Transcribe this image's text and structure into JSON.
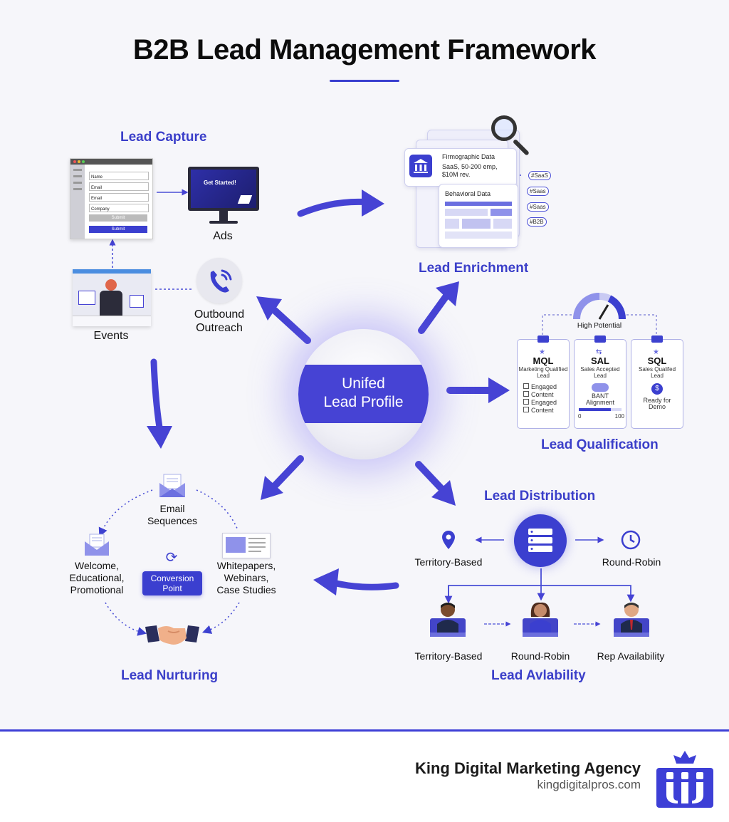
{
  "title": "B2B Lead Management Framework",
  "hub": {
    "line1": "Unifed",
    "line2": "Lead Profile"
  },
  "capture": {
    "heading": "Lead Capture",
    "form_fields": [
      "Name",
      "Email",
      "Email",
      "Company"
    ],
    "form_buttons": [
      "Submit",
      "Submit"
    ],
    "ad_screen_text": "Get Started!",
    "ads_label": "Ads",
    "events_label": "Events",
    "outbound_line1": "Outbound",
    "outbound_line2": "Outreach"
  },
  "enrichment": {
    "heading": "Lead Enrichment",
    "firmographic_title": "Firmographic Data",
    "firmographic_line1": "SaaS, 50-200 emp,",
    "firmographic_line2": "$10M rev.",
    "behavioral_title": "Behavioral Data",
    "pills": [
      "#SaaS",
      "#Saas",
      "#Saas",
      "#B2B"
    ]
  },
  "qualification": {
    "heading": "Lead Qualification",
    "gauge_label": "High Potential",
    "cards": [
      {
        "head": "MQL",
        "sub1": "Marketing Qualified",
        "sub2": "Lead",
        "items": [
          "Engaged",
          "Content",
          "Engaged",
          "Content"
        ]
      },
      {
        "head": "SAL",
        "sub1": "Sales Accepted",
        "sub2": "Lead",
        "extra1": "BANT",
        "extra2": "Alignment",
        "scale_min": "0",
        "scale_max": "100"
      },
      {
        "head": "SQL",
        "sub1": "Sales Qualifed",
        "sub2": "Lead",
        "extra1": "Ready for",
        "extra2": "Demo"
      }
    ]
  },
  "distribution": {
    "heading": "Lead Distribution",
    "left_label": "Territory-Based",
    "right_label": "Round-Robin"
  },
  "availability": {
    "heading": "Lead Avlability",
    "labels": [
      "Territory-Based",
      "Round-Robin",
      "Rep Availability"
    ]
  },
  "nurturing": {
    "heading": "Lead Nurturing",
    "email_line1": "Email",
    "email_line2": "Sequences",
    "left_line1": "Welcome,",
    "left_line2": "Educational,",
    "left_line3": "Promotional",
    "right_line1": "Whitepapers,",
    "right_line2": "Webinars,",
    "right_line3": "Case Studies",
    "conversion_line1": "Conversion",
    "conversion_line2": "Point"
  },
  "footer": {
    "agency": "King Digital Marketing Agency",
    "site": "kingdigitalpros.com"
  },
  "colors": {
    "accent": "#4643d4",
    "text": "#111111"
  }
}
